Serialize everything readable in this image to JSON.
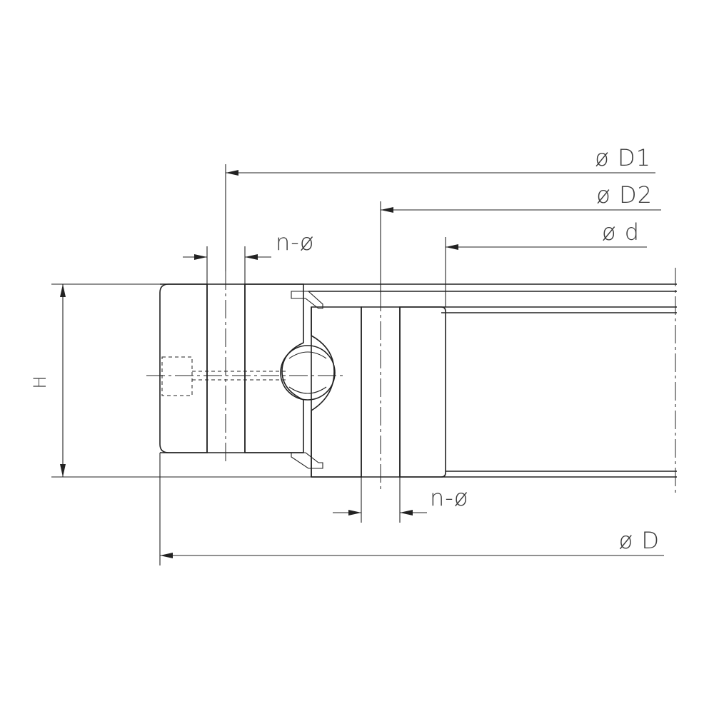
{
  "labels": {
    "D1": "ø D1",
    "D2": "ø D2",
    "d": "ø d",
    "n_top": "n-ø",
    "n_bottom": "n-ø",
    "D": "ø D",
    "H": "H"
  },
  "icons": {
    "rolling_element": "ball-icon",
    "seal": "seal-icon"
  }
}
